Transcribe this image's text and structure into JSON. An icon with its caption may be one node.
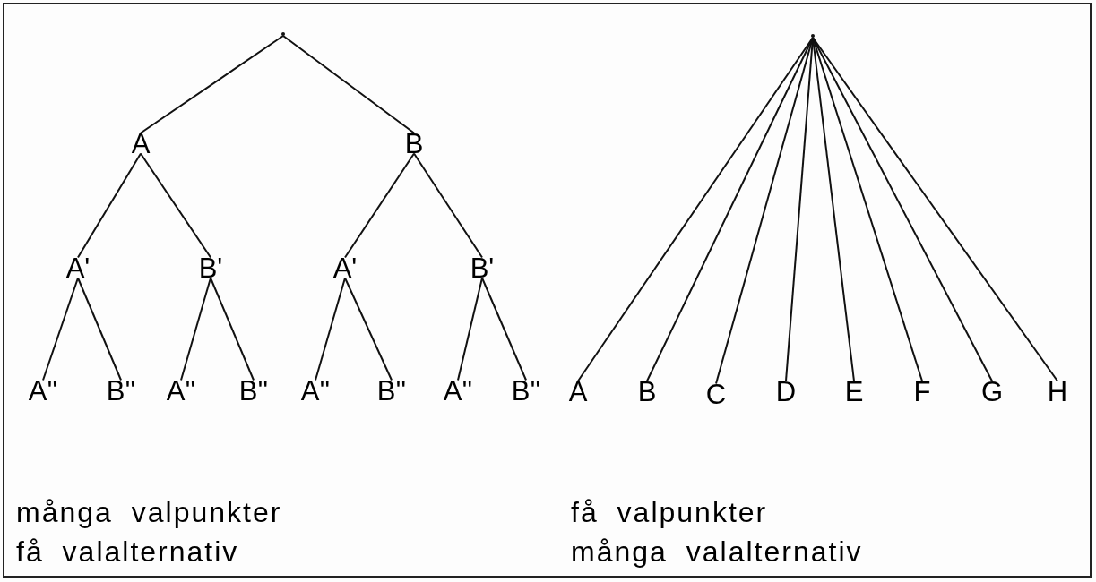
{
  "diagram": {
    "nodes": [
      {
        "text": [],
        "shape": "point"
      },
      {
        "text": [
          "A"
        ]
      },
      {
        "text": [
          "B"
        ]
      },
      {
        "text": [
          "A'"
        ]
      },
      {
        "text": [
          "B'"
        ]
      },
      {
        "text": [
          "A'"
        ]
      },
      {
        "text": [
          "B'"
        ]
      },
      {
        "text": [
          "A''"
        ]
      },
      {
        "text": [
          "B''"
        ]
      },
      {
        "text": [
          "A''"
        ]
      },
      {
        "text": [
          "B''"
        ]
      },
      {
        "text": [
          "A''"
        ]
      },
      {
        "text": [
          "B''"
        ]
      },
      {
        "text": [
          "A''"
        ]
      },
      {
        "text": [
          "B''"
        ]
      },
      {
        "text": [],
        "shape": "point"
      },
      {
        "text": [
          "A"
        ]
      },
      {
        "text": [
          "B"
        ]
      },
      {
        "text": [
          "C"
        ]
      },
      {
        "text": [
          "D"
        ]
      },
      {
        "text": [
          "E"
        ]
      },
      {
        "text": [
          "F"
        ]
      },
      {
        "text": [
          "G"
        ]
      },
      {
        "text": [
          "H"
        ]
      }
    ],
    "edges": [
      {
        "from": 0,
        "to": 1,
        "arrow": "none"
      },
      {
        "from": 0,
        "to": 2,
        "arrow": "none"
      },
      {
        "from": 1,
        "to": 3,
        "arrow": "none"
      },
      {
        "from": 1,
        "to": 4,
        "arrow": "none"
      },
      {
        "from": 2,
        "to": 5,
        "arrow": "none"
      },
      {
        "from": 2,
        "to": 6,
        "arrow": "none"
      },
      {
        "from": 3,
        "to": 7,
        "arrow": "none"
      },
      {
        "from": 3,
        "to": 8,
        "arrow": "none"
      },
      {
        "from": 4,
        "to": 9,
        "arrow": "none"
      },
      {
        "from": 4,
        "to": 10,
        "arrow": "none"
      },
      {
        "from": 5,
        "to": 11,
        "arrow": "none"
      },
      {
        "from": 5,
        "to": 12,
        "arrow": "none"
      },
      {
        "from": 6,
        "to": 13,
        "arrow": "none"
      },
      {
        "from": 6,
        "to": 14,
        "arrow": "none"
      },
      {
        "from": 15,
        "to": 16,
        "arrow": "none"
      },
      {
        "from": 15,
        "to": 17,
        "arrow": "none"
      },
      {
        "from": 15,
        "to": 18,
        "arrow": "none"
      },
      {
        "from": 15,
        "to": 19,
        "arrow": "none"
      },
      {
        "from": 15,
        "to": 20,
        "arrow": "none"
      },
      {
        "from": 15,
        "to": 21,
        "arrow": "none"
      },
      {
        "from": 15,
        "to": 22,
        "arrow": "none"
      },
      {
        "from": 15,
        "to": 23,
        "arrow": "none"
      }
    ],
    "labels": [
      "många valpunkter",
      "få valalternativ",
      "få valpunkter",
      "många valalternativ"
    ]
  }
}
